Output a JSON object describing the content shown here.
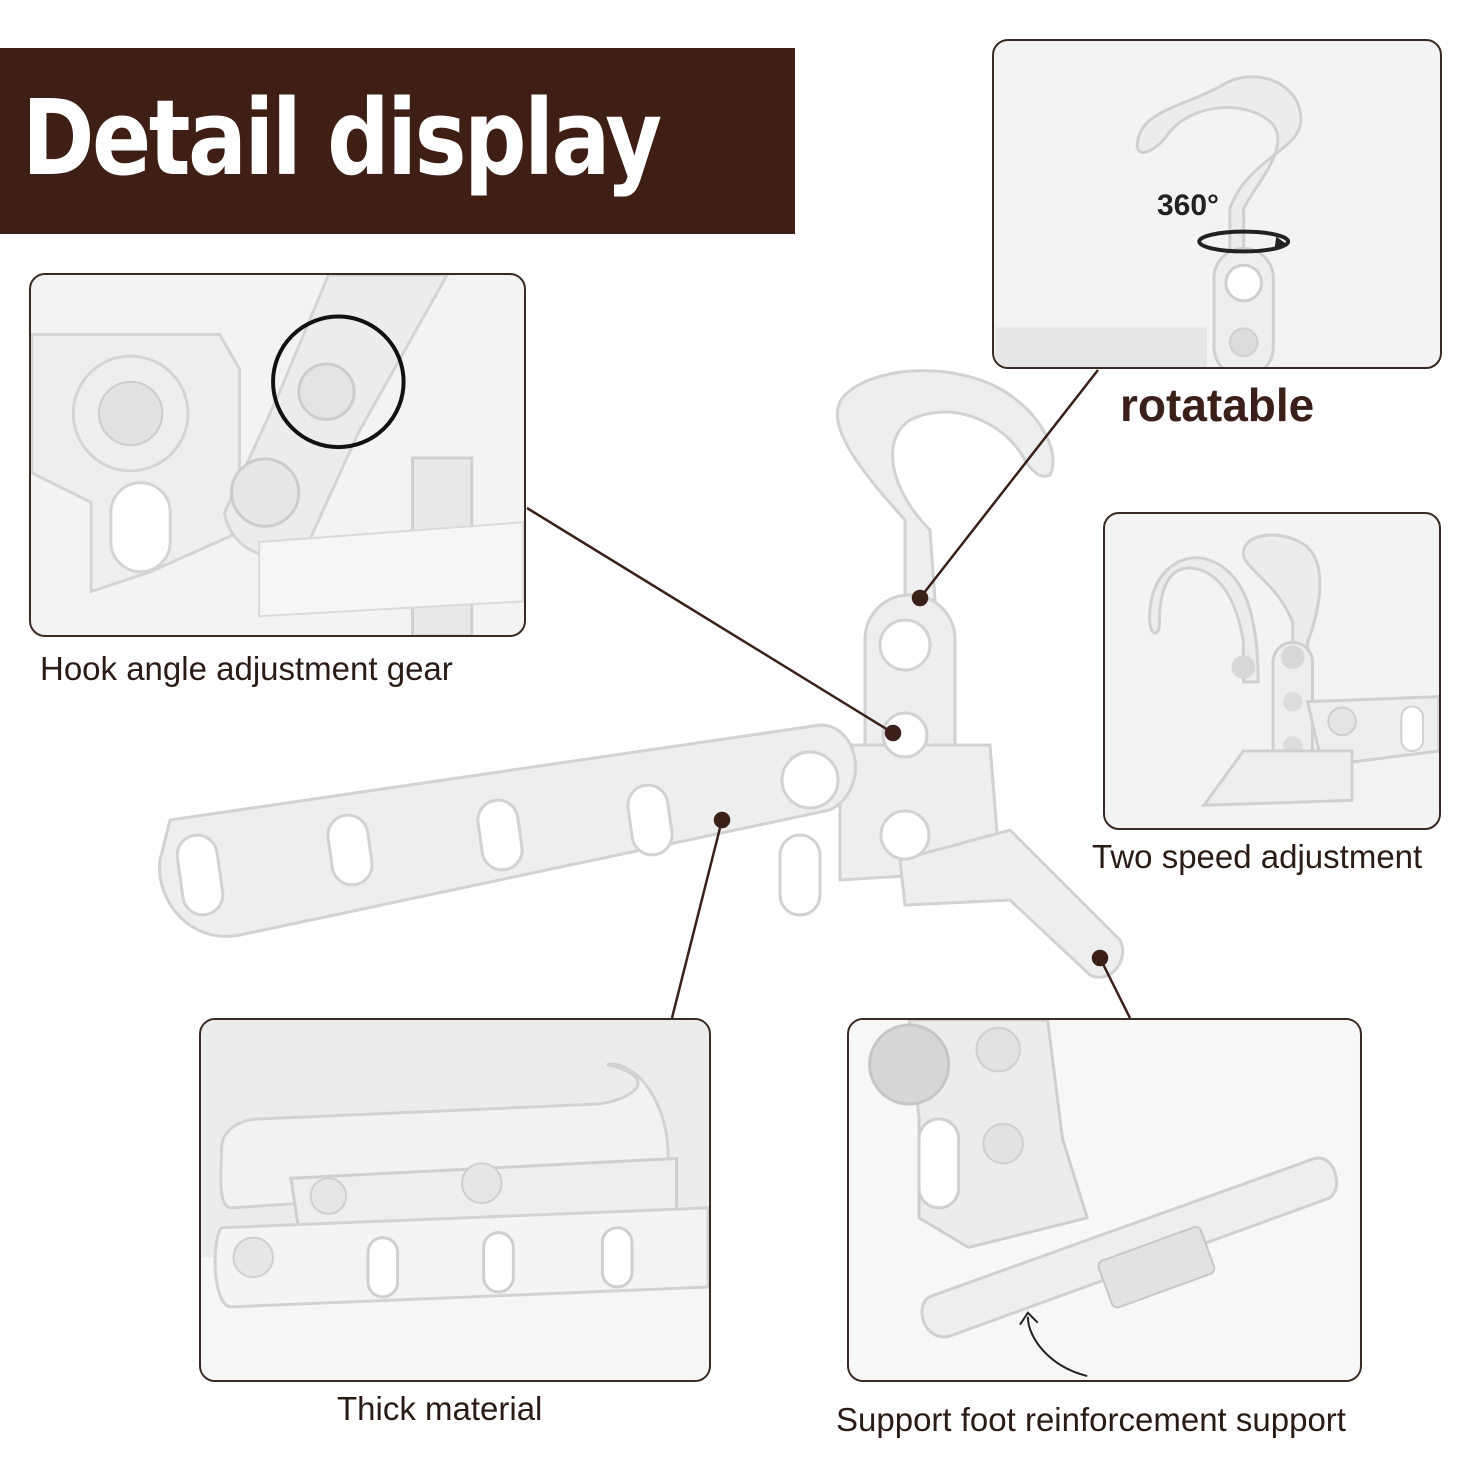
{
  "banner": {
    "title": "Detail display"
  },
  "panels": {
    "rotatable": {
      "label": "rotatable",
      "angle": "360°"
    },
    "hook_gear": {
      "label": "Hook angle adjustment gear"
    },
    "two_speed": {
      "label": "Two speed adjustment"
    },
    "thick_material": {
      "label": "Thick material"
    },
    "support_foot": {
      "label": "Support foot reinforcement support"
    }
  },
  "colors": {
    "banner_bg": "#3f1f15",
    "banner_text": "#ffffff",
    "panel_border": "#3a2a24",
    "connector": "#3a2018",
    "hanger": "#eeeeee",
    "hanger_outline": "#d2d2d2"
  }
}
